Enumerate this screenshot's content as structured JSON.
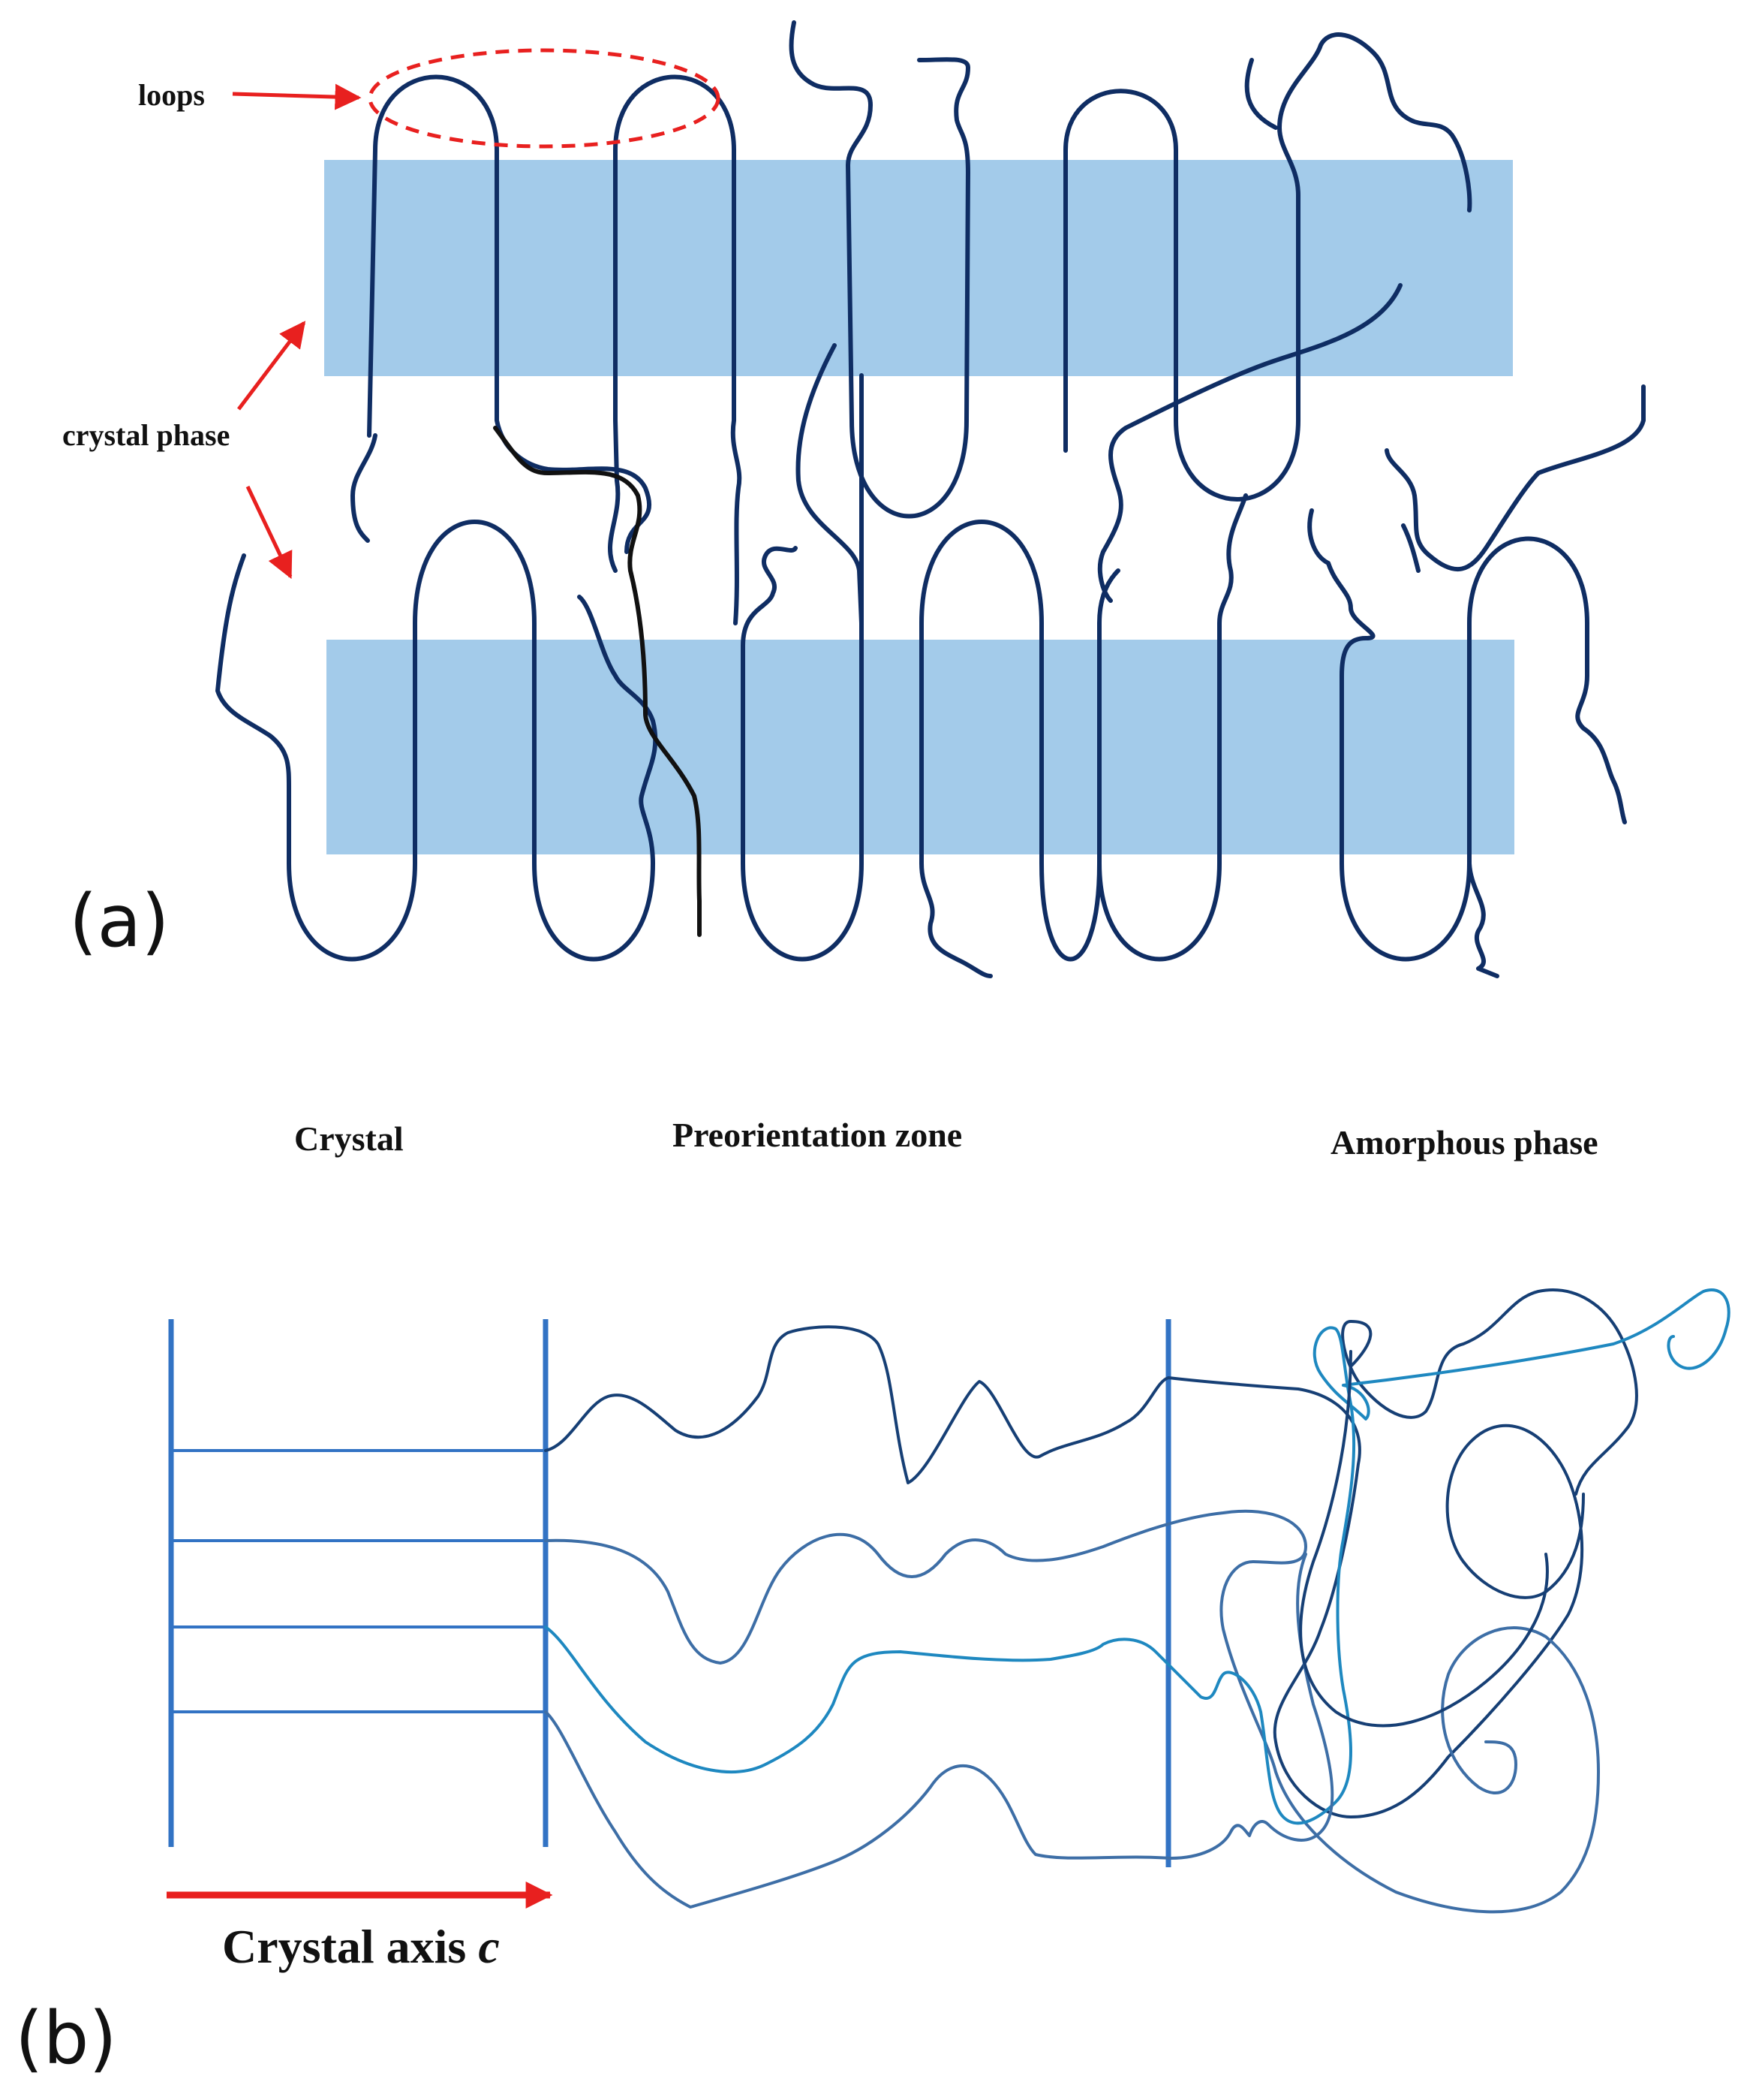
{
  "panel_a": {
    "tag": "(a)",
    "label_loops": "loops",
    "label_crystal_phase": "crystal phase",
    "colors": {
      "crystal_band": "#a3cbea",
      "chain": "#0f2d63",
      "chain_dark": "#111111",
      "annotation": "#e8201f"
    }
  },
  "panel_b": {
    "tag": "(b)",
    "label_crystal": "Crystal",
    "label_preorientation": "Preorientation zone",
    "label_amorphous": "Amorphous phase",
    "axis_label_text": "Crystal axis ",
    "axis_label_symbol": "c",
    "colors": {
      "boundary": "#3273c4",
      "chain_dark": "#163f75",
      "chain_mid": "#3d6ea6",
      "chain_light": "#1e88c0",
      "axis_arrow": "#e8201f"
    }
  }
}
